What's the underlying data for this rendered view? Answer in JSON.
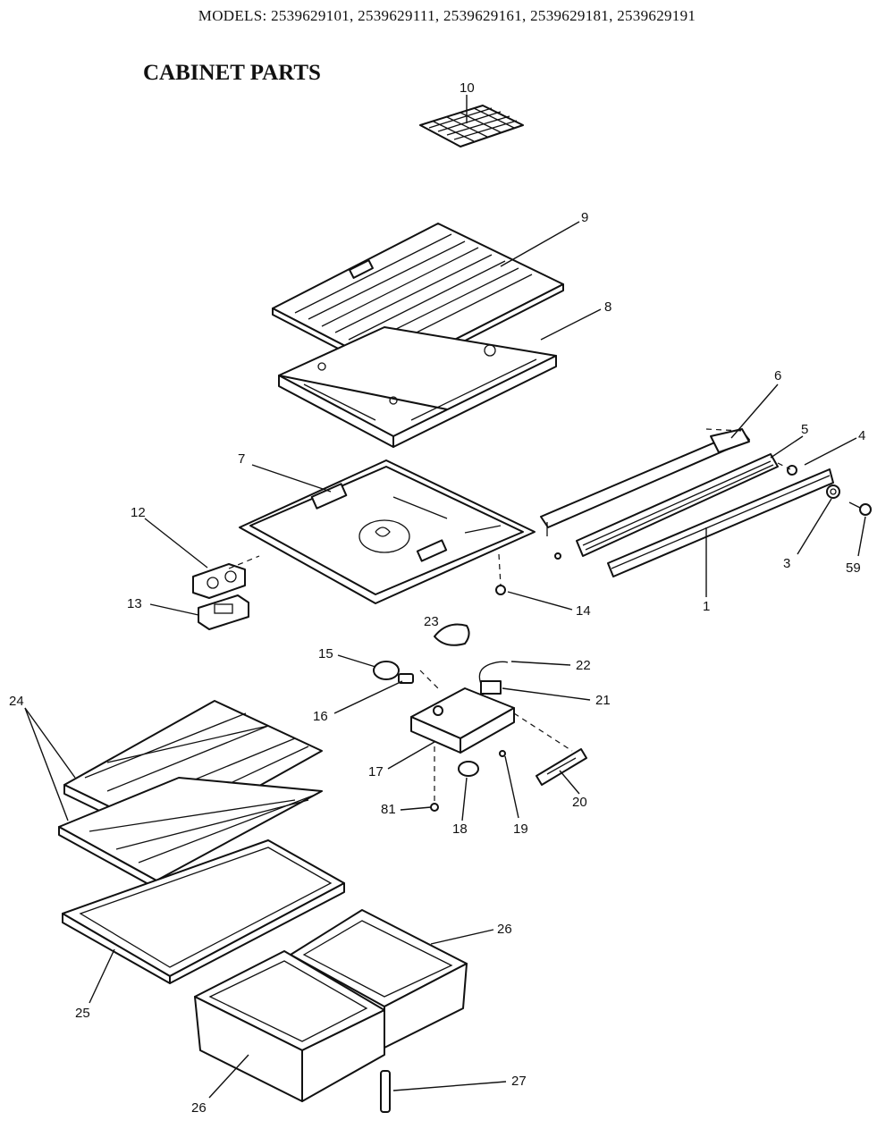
{
  "header": {
    "models": "MODELS: 2539629101, 2539629111, 2539629161, 2539629181, 2539629191",
    "title": "CABINET PARTS"
  },
  "callouts": {
    "c1": "1",
    "c3": "3",
    "c4": "4",
    "c5": "5",
    "c6": "6",
    "c7": "7",
    "c8": "8",
    "c9": "9",
    "c10": "10",
    "c12": "12",
    "c13": "13",
    "c14": "14",
    "c15": "15",
    "c16": "16",
    "c17": "17",
    "c18": "18",
    "c19": "19",
    "c20": "20",
    "c21": "21",
    "c22": "22",
    "c23": "23",
    "c24": "24",
    "c25": "25",
    "c26a": "26",
    "c26b": "26",
    "c27": "27",
    "c59": "59",
    "c81": "81"
  }
}
